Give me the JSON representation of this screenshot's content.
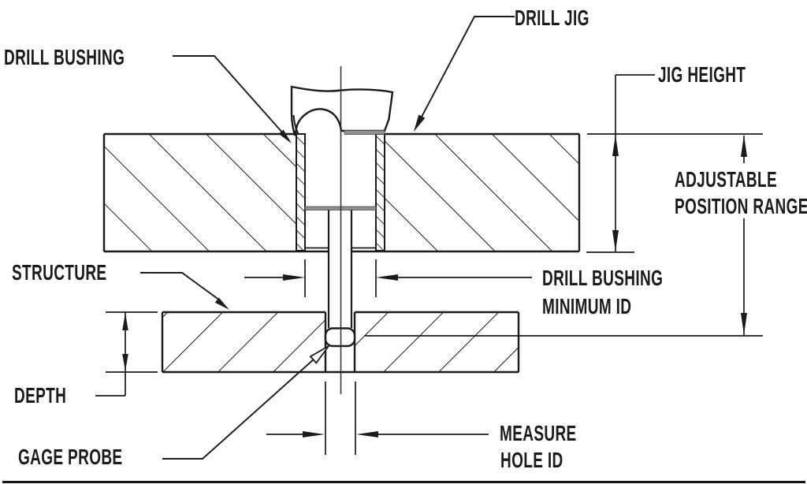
{
  "colors": {
    "background": "#ffffff",
    "line": "#1b1b1b",
    "stipple_fill": "#8f8f8f"
  },
  "labels": {
    "drill_jig": "DRILL JIG",
    "drill_bushing": "DRILL BUSHING",
    "jig_height": "JIG HEIGHT",
    "adjustable_position_range": {
      "line1": "ADJUSTABLE",
      "line2": "POSITION RANGE"
    },
    "drill_bushing_minimum_id": {
      "line1": "DRILL BUSHING",
      "line2": "MINIMUM ID"
    },
    "structure": "STRUCTURE",
    "depth": "DEPTH",
    "gage_probe": "GAGE PROBE",
    "measure_hole_id": {
      "line1": "MEASURE",
      "line2": "HOLE ID"
    }
  }
}
